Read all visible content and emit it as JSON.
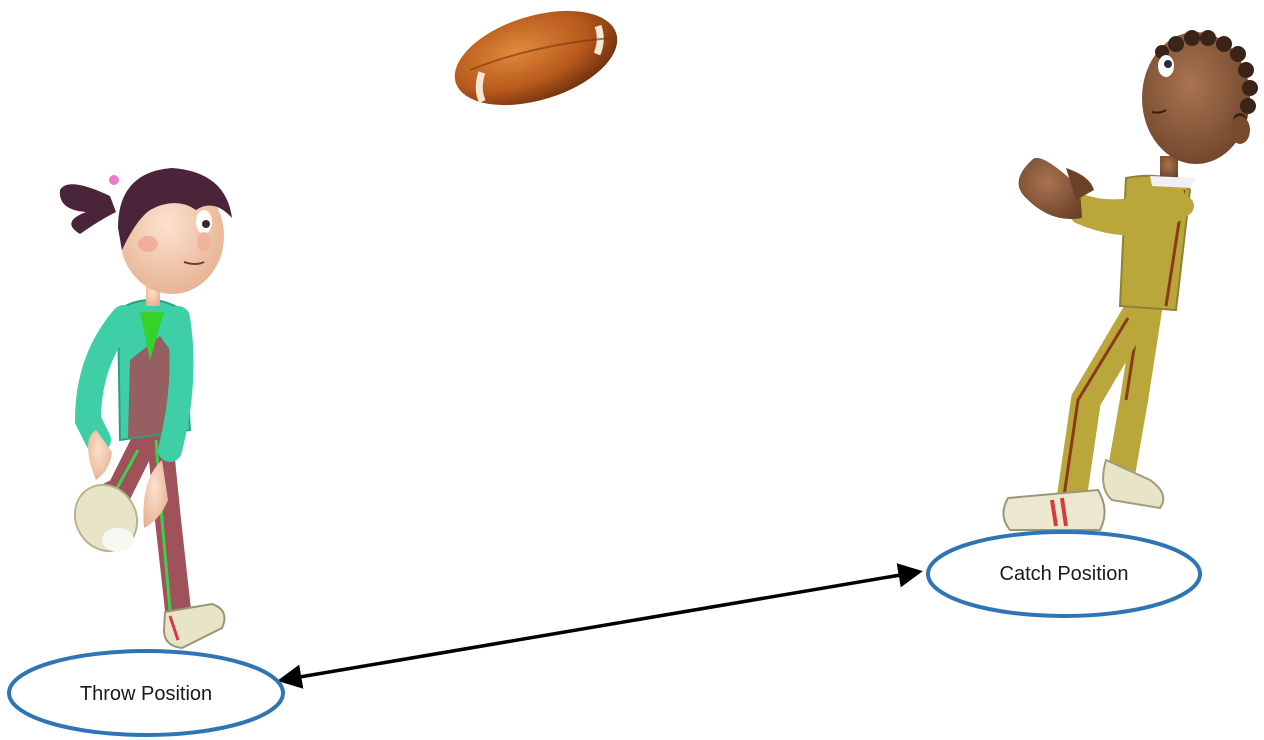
{
  "labels": {
    "throw_position": "Throw Position",
    "catch_position": "Catch Position"
  },
  "figures": {
    "thrower": "girl-thrower",
    "catcher": "boy-catcher",
    "ball": "american-football"
  },
  "colors": {
    "ellipse_stroke": "#2e75b6",
    "arrow": "#000000",
    "ball": "#b85a1c",
    "girl_jacket": "#3fcfa6",
    "girl_pants": "#a0525a",
    "girl_hair": "#4a2438",
    "boy_suit": "#b9a73c",
    "boy_stripe": "#8a3a1a",
    "skin_girl": "#f2c6a8",
    "skin_boy": "#8a5a3a"
  }
}
